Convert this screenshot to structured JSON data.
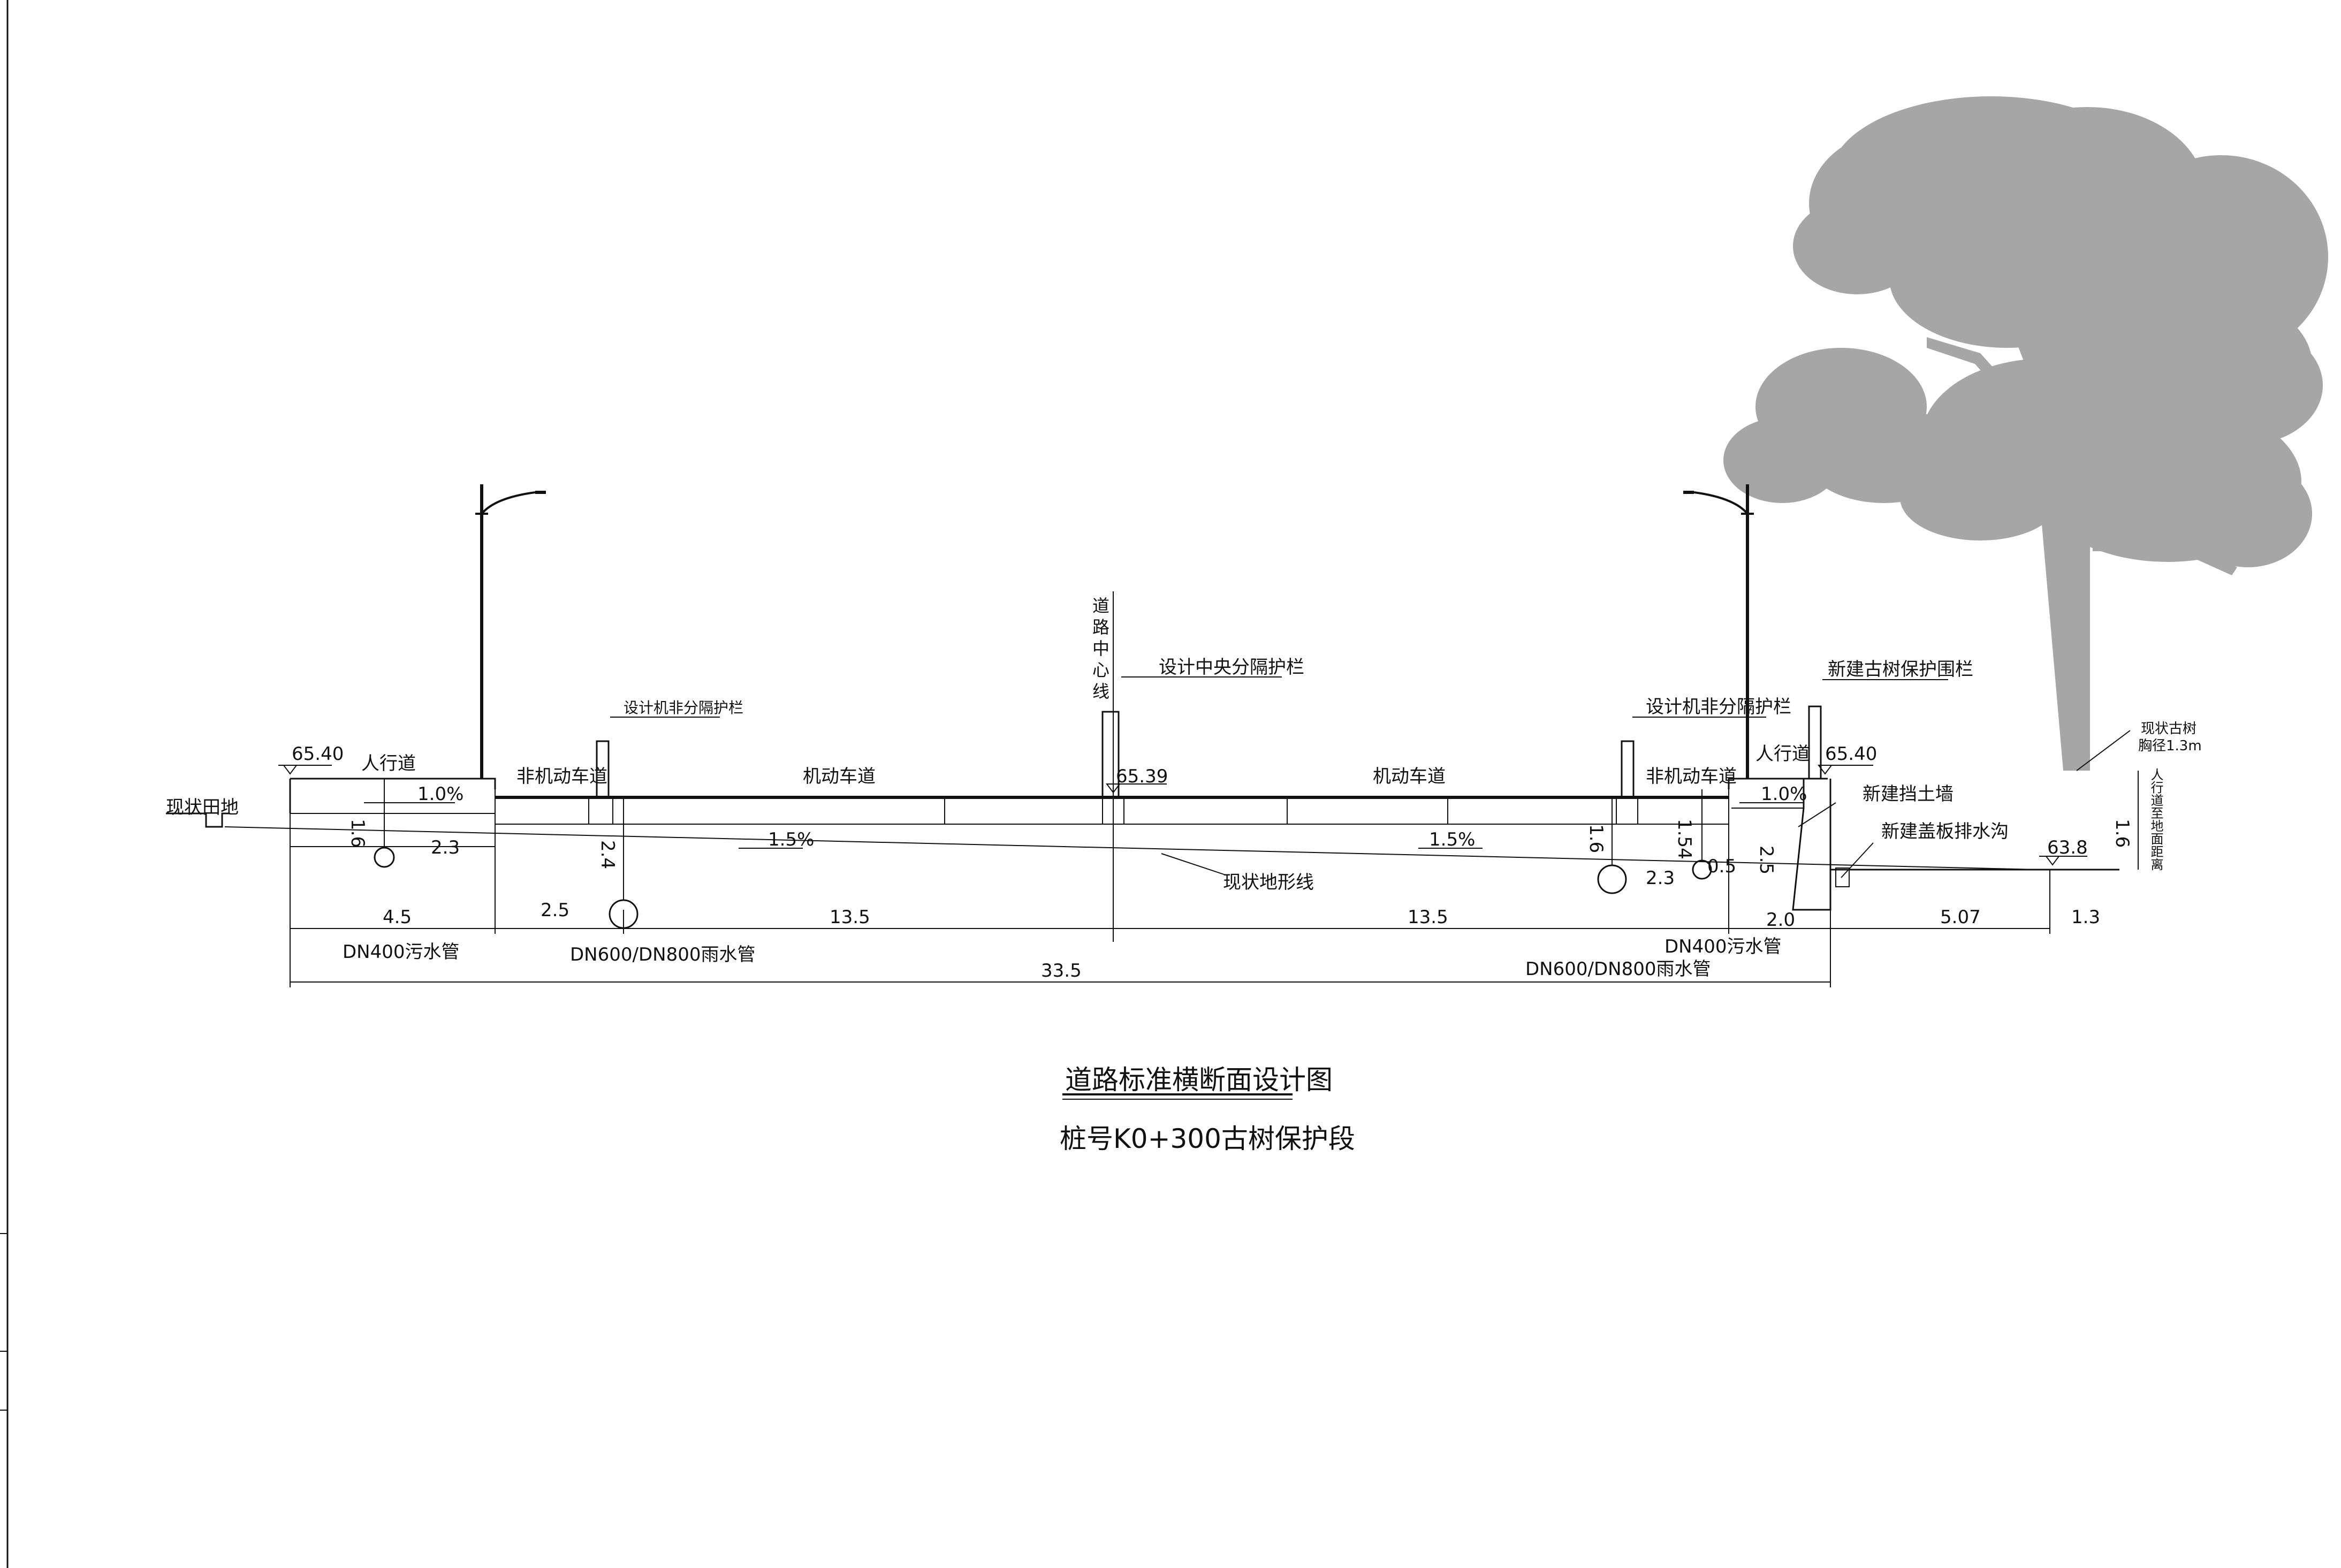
{
  "title": {
    "main": "道路标准横断面设计图",
    "sub": "桩号K0+300古树保护段"
  },
  "labels": {
    "existing_field": "现状田地",
    "sidewalk_left": "人行道",
    "nonmotor_left": "非机动车道",
    "motor_left": "机动车道",
    "motor_right": "机动车道",
    "nonmotor_right": "非机动车道",
    "sidewalk_right": "人行道",
    "centerline": "道路中心线",
    "median_barrier": "设计中央分隔护栏",
    "barrier_left": "设计机非分隔护栏",
    "barrier_right": "设计机非分隔护栏",
    "tree_fence": "新建古树保护围栏",
    "retaining_wall": "新建挡土墙",
    "drain_ditch": "新建盖板排水沟",
    "existing_terrain": "现状地形线",
    "old_tree": "现状古树",
    "tree_girth": "胸径1.3m",
    "sidewalk_to_tree_height": "人行道至地面距离"
  },
  "elevations": {
    "left": "65.40",
    "center": "65.39",
    "right": "65.40",
    "tree_ground": "63.8"
  },
  "slopes": {
    "sidewalk_left": "1.0%",
    "motor_left": "1.5%",
    "motor_right": "1.5%",
    "sidewalk_right": "1.0%"
  },
  "dimensions": {
    "sidewalk_left_width": "4.5",
    "nonmotor_left_width": "2.5",
    "motor_left_width": "13.5",
    "motor_right_width": "13.5",
    "right_sidewalk_width": "2.0",
    "right_offset": "5.07",
    "tree_offset": "1.3",
    "total_width": "33.5",
    "sewer_left_depth": "1.6",
    "sewer_left_offset": "2.3",
    "storm_left_depth": "2.4",
    "storm_right_depth": "1.6",
    "storm_right_offset": "2.3",
    "wall_depth": "1.54",
    "sewer_right_offset": "0.5",
    "wall_height": "2.5",
    "tree_height_diff": "1.6"
  },
  "pipes": {
    "sewer_left": "DN400污水管",
    "storm_left": "DN600/DN800雨水管",
    "sewer_right": "DN400污水管",
    "storm_right": "DN600/DN800雨水管"
  },
  "colors": {
    "line": "#111111",
    "tree": "#a6a6a6",
    "background": "#ffffff"
  }
}
